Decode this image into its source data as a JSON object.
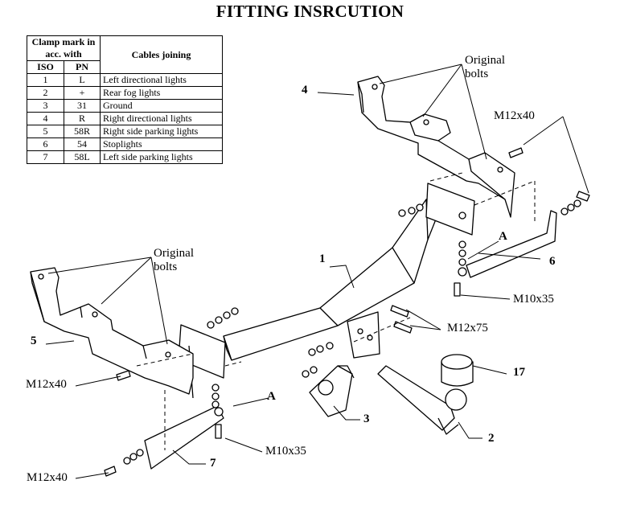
{
  "title": "FITTING INSRCUTION",
  "table": {
    "header_clamp": "Clamp mark in acc. with",
    "header_cables": "Cables joining",
    "header_iso": "ISO",
    "header_pn": "PN",
    "rows": [
      {
        "iso": "1",
        "pn": "L",
        "cable": "Left directional lights"
      },
      {
        "iso": "2",
        "pn": "+",
        "cable": "Rear fog lights"
      },
      {
        "iso": "3",
        "pn": "31",
        "cable": "Ground"
      },
      {
        "iso": "4",
        "pn": "R",
        "cable": "Right directional lights"
      },
      {
        "iso": "5",
        "pn": "58R",
        "cable": "Right side parking lights"
      },
      {
        "iso": "6",
        "pn": "54",
        "cable": "Stoplights"
      },
      {
        "iso": "7",
        "pn": "58L",
        "cable": "Left side parking lights"
      }
    ]
  },
  "labels": {
    "original_bolts_top_1": "Original",
    "original_bolts_top_2": "bolts",
    "original_bolts_left_1": "Original",
    "original_bolts_left_2": "bolts",
    "m12x40_top": "M12x40",
    "m12x40_left": "M12x40",
    "m12x40_bottom": "M12x40",
    "m10x35_right": "M10x35",
    "m10x35_bottom": "M10x35",
    "m12x75": "M12x75",
    "a_right": "A",
    "a_bottom": "A"
  },
  "parts": {
    "p1": "1",
    "p2": "2",
    "p3": "3",
    "p4": "4",
    "p5": "5",
    "p6": "6",
    "p7": "7",
    "p17": "17"
  }
}
